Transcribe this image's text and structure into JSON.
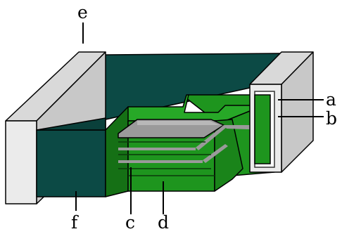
{
  "labels": {
    "a": "a",
    "b": "b",
    "c": "c",
    "d": "d",
    "e": "e",
    "f": "f"
  },
  "colors": {
    "background": "#ffffff",
    "terminal_front": "#ebebeb",
    "terminal_top": "#d9d9d9",
    "body_dark": "#0c4a45",
    "body_dark_top": "#0a403b",
    "green_layer": "#1e951e",
    "green_layer_dark": "#157015",
    "green_layer_top": "#27a827",
    "electrode_gray": "#9a9a9a",
    "electrode_gray_top": "#b8b8b8",
    "leader_line": "#000000"
  }
}
